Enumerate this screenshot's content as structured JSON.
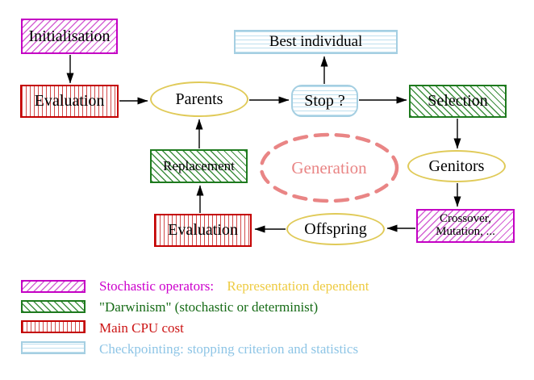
{
  "diagram": {
    "nodes": {
      "initialisation": {
        "label": "Initialisation",
        "category": "stochastic-operator"
      },
      "evaluation_top": {
        "label": "Evaluation",
        "category": "cpu-cost"
      },
      "parents": {
        "label": "Parents",
        "category": "population"
      },
      "stop": {
        "label": "Stop ?",
        "category": "checkpointing"
      },
      "best_individual": {
        "label": "Best individual",
        "category": "checkpointing"
      },
      "selection": {
        "label": "Selection",
        "category": "darwinism"
      },
      "genitors": {
        "label": "Genitors",
        "category": "population"
      },
      "crossover_mutation": {
        "line1": "Crossover,",
        "line2": "Mutation, ...",
        "category": "stochastic-operator"
      },
      "offspring": {
        "label": "Offspring",
        "category": "population"
      },
      "evaluation_bottom": {
        "label": "Evaluation",
        "category": "cpu-cost"
      },
      "replacement": {
        "label": "Replacement",
        "category": "darwinism"
      },
      "generation": {
        "label": "Generation"
      }
    },
    "edges": [
      {
        "from": "initialisation",
        "to": "evaluation_top"
      },
      {
        "from": "evaluation_top",
        "to": "parents"
      },
      {
        "from": "parents",
        "to": "stop"
      },
      {
        "from": "stop",
        "to": "best_individual"
      },
      {
        "from": "stop",
        "to": "selection"
      },
      {
        "from": "selection",
        "to": "genitors"
      },
      {
        "from": "genitors",
        "to": "crossover_mutation"
      },
      {
        "from": "crossover_mutation",
        "to": "offspring"
      },
      {
        "from": "offspring",
        "to": "evaluation_bottom"
      },
      {
        "from": "evaluation_bottom",
        "to": "replacement"
      },
      {
        "from": "replacement",
        "to": "parents"
      }
    ],
    "colors": {
      "magenta": "#c400c4",
      "red": "#c40000",
      "green": "#1e7a1e",
      "yellow": "#e0ca58",
      "cyan": "#a5cfe2",
      "salmon": "#e98585",
      "gold_text": "#eecb42",
      "arrow": "#000000"
    }
  },
  "legend": {
    "rows": [
      {
        "label": "Stochastic operators:",
        "label2": "Representation dependent"
      },
      {
        "label": "\"Darwinism\" (stochastic or determinist)"
      },
      {
        "label": "Main CPU cost"
      },
      {
        "label": "Checkpointing: stopping criterion and statistics"
      }
    ]
  }
}
